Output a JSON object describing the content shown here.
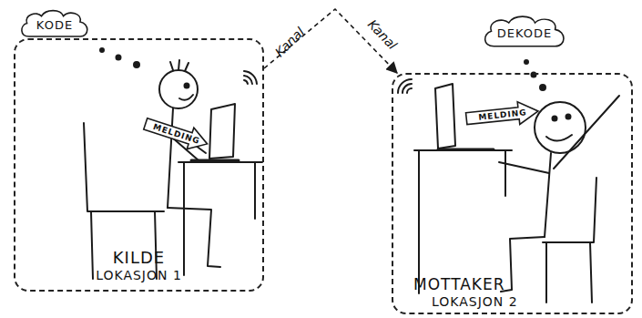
{
  "diagram": {
    "nodes": [
      {
        "text": [
          "KODE"
        ]
      },
      {
        "text": [
          "KILDE",
          "LOKASJON 1"
        ]
      },
      {
        "text": [
          "MELDING"
        ],
        "in": 1
      },
      {
        "text": [
          "DEKODE"
        ]
      },
      {
        "text": [
          "MOTTAKER",
          "LOKASJON 2"
        ]
      },
      {
        "text": [
          "MELDING"
        ],
        "in": 4
      }
    ],
    "edges": [
      {
        "from": 1,
        "to": 4,
        "arrow": "to",
        "label": "Kanal"
      }
    ],
    "labels": [
      "Kanal"
    ]
  }
}
